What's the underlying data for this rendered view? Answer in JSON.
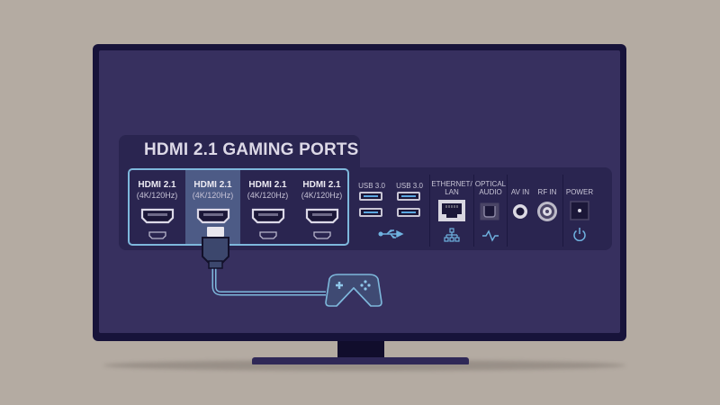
{
  "panel": {
    "title": "HDMI 2.1 GAMING PORTS",
    "hdmi_ports": [
      {
        "name": "HDMI 2.1",
        "spec": "(4K/120Hz)",
        "connected": false
      },
      {
        "name": "HDMI 2.1",
        "spec": "(4K/120Hz)",
        "connected": true
      },
      {
        "name": "HDMI 2.1",
        "spec": "(4K/120Hz)",
        "connected": false
      },
      {
        "name": "HDMI 2.1",
        "spec": "(4K/120Hz)",
        "connected": false
      }
    ],
    "other_ports": {
      "usb1": "USB 3.0",
      "usb2": "USB 3.0",
      "ethernet_line1": "ETHERNET/",
      "ethernet_line2": "LAN",
      "optical_line1": "OPTICAL",
      "optical_line2": "AUDIO",
      "av_in": "AV IN",
      "rf_in": "RF IN",
      "power": "POWER"
    },
    "icons": {
      "usb": "usb-icon",
      "network": "network-icon",
      "audio": "audio-wave-icon",
      "power": "power-icon",
      "controller": "game-controller-icon"
    }
  },
  "colors": {
    "background": "#b4aba2",
    "tv_bezel": "#17133a",
    "screen": "#37305f",
    "panel": "#2a2550",
    "accent": "#7eb8dc",
    "active_slot": "#4d5b86"
  }
}
